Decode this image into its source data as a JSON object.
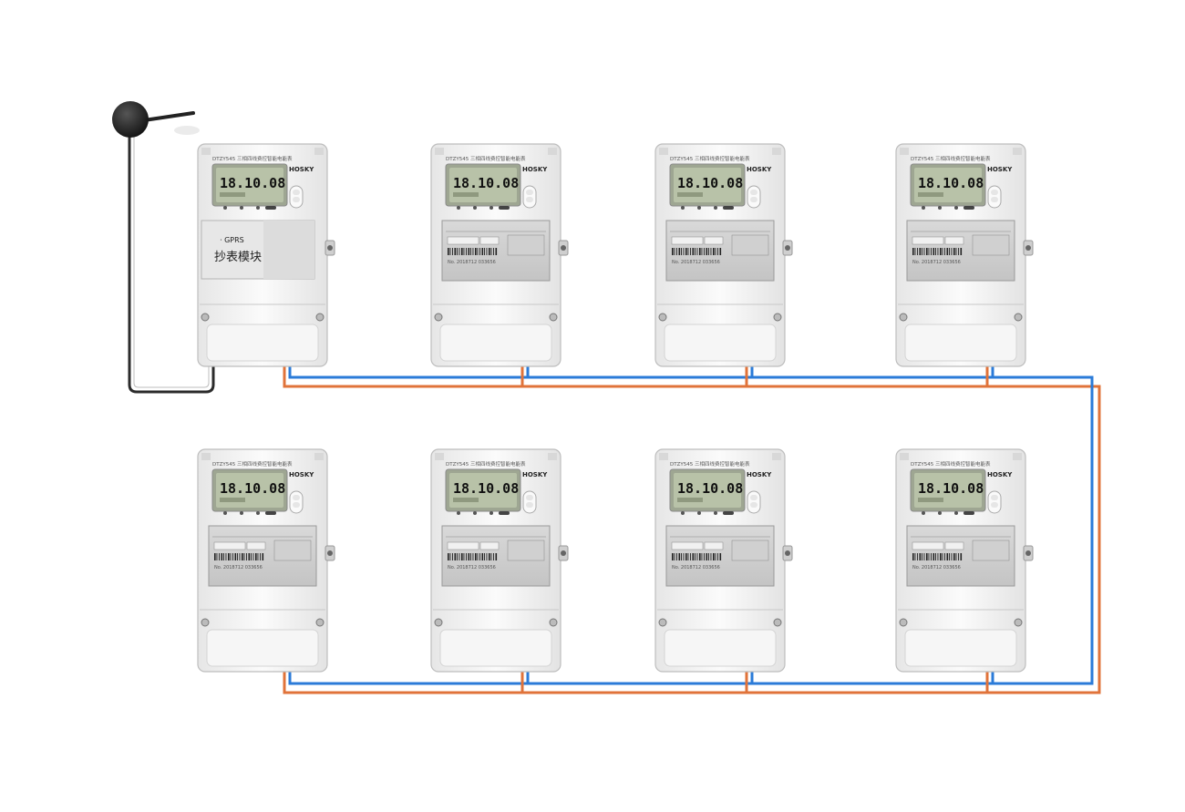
{
  "meters": [
    {
      "id": "m1",
      "display": "18.10.08",
      "model": "DTZY545 三相四线费控智能电能表",
      "brand": "HOSKY",
      "serial": "No. 2018712 033656",
      "has_module": true
    },
    {
      "id": "m2",
      "display": "18.10.08",
      "model": "DTZY545 三相四线费控智能电能表",
      "brand": "HOSKY",
      "serial": "No. 2018712 033656",
      "has_module": false
    },
    {
      "id": "m3",
      "display": "18.10.08",
      "model": "DTZY545 三相四线费控智能电能表",
      "brand": "HOSKY",
      "serial": "No. 2018712 033656",
      "has_module": false
    },
    {
      "id": "m4",
      "display": "18.10.08",
      "model": "DTZY545 三相四线费控智能电能表",
      "brand": "HOSKY",
      "serial": "No. 2018712 033656",
      "has_module": false
    },
    {
      "id": "m5",
      "display": "18.10.08",
      "model": "DTZY545 三相四线费控智能电能表",
      "brand": "HOSKY",
      "serial": "No. 2018712 033656",
      "has_module": false
    },
    {
      "id": "m6",
      "display": "18.10.08",
      "model": "DTZY545 三相四线费控智能电能表",
      "brand": "HOSKY",
      "serial": "No. 2018712 033656",
      "has_module": false
    },
    {
      "id": "m7",
      "display": "18.10.08",
      "model": "DTZY545 三相四线费控智能电能表",
      "brand": "HOSKY",
      "serial": "No. 2018712 033656",
      "has_module": false
    },
    {
      "id": "m8",
      "display": "18.10.08",
      "model": "DTZY545 三相四线费控智能电能表",
      "brand": "HOSKY",
      "serial": "No. 2018712 033656",
      "has_module": false
    }
  ],
  "module": {
    "gprs_label": "GPRS",
    "name_label": "抄表模块"
  },
  "colors": {
    "bus_a": "#2b7bd8",
    "bus_b": "#e0733a",
    "antenna_cable": "#333333",
    "meter_body": "#f2f2f2",
    "lcd": "#b8c2a8"
  }
}
